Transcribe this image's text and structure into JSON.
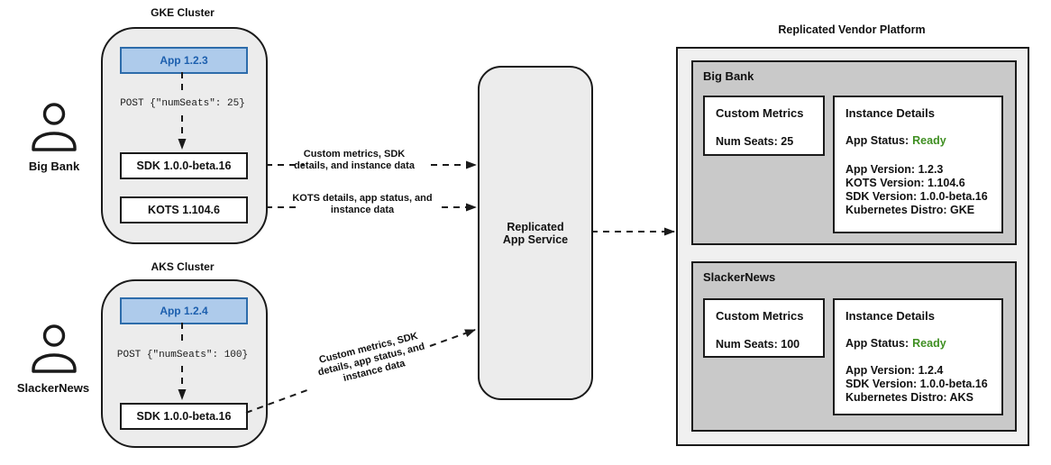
{
  "actors": [
    {
      "name": "Big Bank"
    },
    {
      "name": "SlackerNews"
    }
  ],
  "clusters": [
    {
      "title": "GKE Cluster",
      "app": "App 1.2.3",
      "post": "POST {\"numSeats\": 25}",
      "sdk": "SDK 1.0.0-beta.16",
      "kots": "KOTS 1.104.6"
    },
    {
      "title": "AKS Cluster",
      "app": "App 1.2.4",
      "post": "POST {\"numSeats\": 100}",
      "sdk": "SDK 1.0.0-beta.16"
    }
  ],
  "connectors": [
    {
      "label": "Custom metrics, SDK\ndetails, and instance data"
    },
    {
      "label": "KOTS details, app status, and\ninstance data"
    },
    {
      "label": "Custom metrics, SDK\ndetails, app status, and\ninstance data"
    }
  ],
  "service": {
    "title": "Replicated\nApp Service"
  },
  "platform": {
    "title": "Replicated Vendor Platform",
    "customers": [
      {
        "name": "Big Bank",
        "custom_metrics": {
          "title": "Custom Metrics",
          "value": "Num Seats: 25"
        },
        "instance_details": {
          "title": "Instance Details",
          "status_label": "App Status:",
          "status_value": "Ready",
          "lines": [
            "App Version: 1.2.3",
            "KOTS Version: 1.104.6",
            "SDK Version: 1.0.0-beta.16",
            "Kubernetes Distro: GKE"
          ]
        }
      },
      {
        "name": "SlackerNews",
        "custom_metrics": {
          "title": "Custom Metrics",
          "value": "Num Seats: 100"
        },
        "instance_details": {
          "title": "Instance Details",
          "status_label": "App Status:",
          "status_value": "Ready",
          "lines": [
            "App Version: 1.2.4",
            "SDK Version: 1.0.0-beta.16",
            "Kubernetes Distro: AKS"
          ]
        }
      }
    ]
  },
  "colors": {
    "app_fill": "#aecbeb",
    "app_border": "#2d6cab",
    "app_text": "#1c5fae",
    "status_green": "#3f8f22",
    "panel_gray": "#c9c9c9",
    "container_gray": "#ececec",
    "line": "#1a1a1a"
  }
}
